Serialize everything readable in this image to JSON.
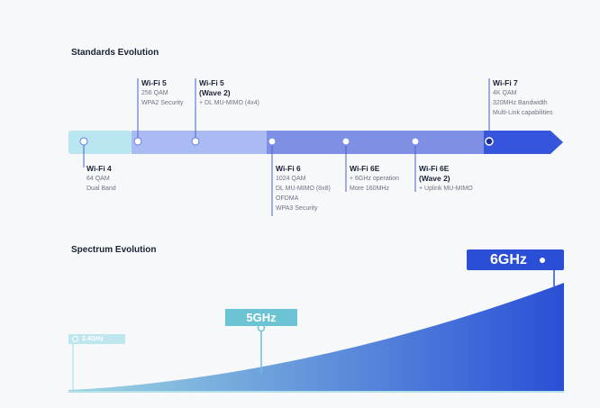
{
  "standards_title": "Standards Evolution",
  "spectrum_title": "Spectrum Evolution",
  "colors": {
    "seg1": "#b9e6f1",
    "seg2": "#a9bbf2",
    "seg3": "#7e8fe4",
    "seg4": "#3556dc",
    "curve_start": "#9bd7e1",
    "curve_end": "#2a4fd6"
  },
  "standards": [
    {
      "gen": "Wi-Fi 4",
      "sub": "",
      "features": [
        "64 QAM",
        "Dual Band"
      ]
    },
    {
      "gen": "Wi-Fi 5",
      "sub": "",
      "features": [
        "256 QAM",
        "WPA2 Security"
      ]
    },
    {
      "gen": "Wi-Fi 5",
      "sub": "(Wave 2)",
      "features": [
        "+ DL MU-MIMO (4x4)"
      ]
    },
    {
      "gen": "Wi-Fi 6",
      "sub": "",
      "features": [
        "1024 QAM",
        "DL MU-MIMO (8x8)",
        "OFDMA",
        "WPA3 Security"
      ]
    },
    {
      "gen": "Wi-Fi 6E",
      "sub": "",
      "features": [
        "+ 6GHz operation",
        "More 160MHz"
      ]
    },
    {
      "gen": "Wi-Fi 6E",
      "sub": "(Wave 2)",
      "features": [
        "+ Uplink MU-MIMO"
      ]
    },
    {
      "gen": "Wi-Fi 7",
      "sub": "",
      "features": [
        "4K QAM",
        "320MHz Bandwidth",
        "Multi-Link capabilities"
      ]
    }
  ],
  "spectrum": {
    "band_24": "2.4GHz",
    "band_5": "5GHz",
    "band_6": "6GHz"
  }
}
